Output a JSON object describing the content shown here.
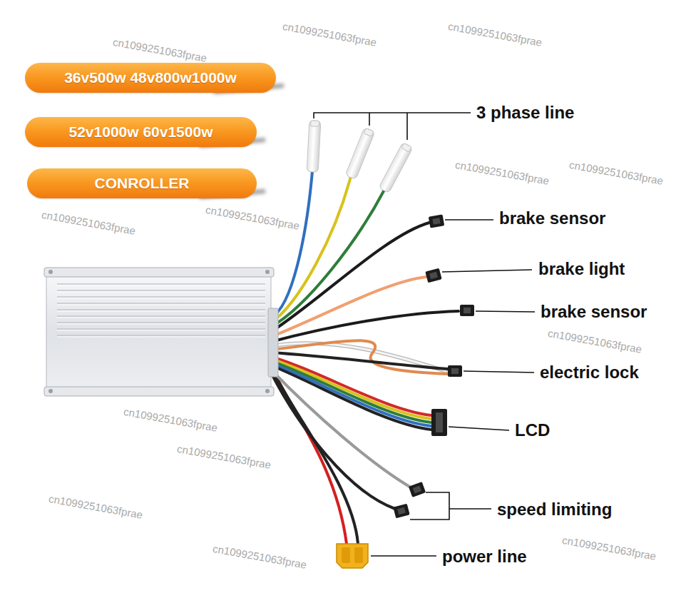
{
  "diagram": {
    "nodes": [
      {
        "text": [
          "36v500w 48v800w1000w"
        ]
      },
      {
        "text": [
          "52v1000w 60v1500w"
        ]
      },
      {
        "text": [
          "CONROLLER"
        ]
      }
    ],
    "labels": [
      "3 phase line",
      "brake sensor",
      "brake light",
      "brake sensor",
      "electric lock",
      "LCD",
      "speed limiting",
      "power line",
      "cn1099251063fprae",
      "cn1099251063fprae",
      "cn1099251063fprae",
      "cn1099251063fprae",
      "cn1099251063fprae",
      "cn1099251063fprae",
      "cn1099251063fprae",
      "cn1099251063fprae",
      "cn1099251063fprae",
      "cn1099251063fprae",
      "cn1099251063fprae",
      "cn1099251063fprae",
      "cn1099251063fprae"
    ]
  }
}
